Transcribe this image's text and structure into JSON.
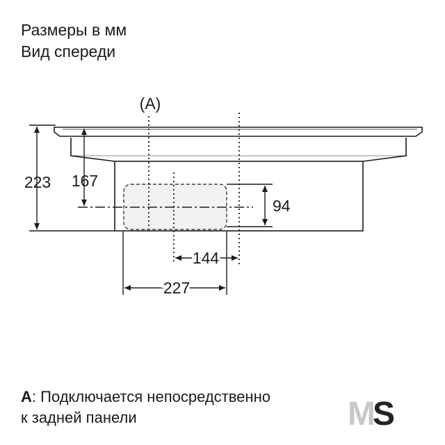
{
  "heading": {
    "line1": "Размеры в мм",
    "line2": "Вид спереди"
  },
  "diagram": {
    "label_a": "(A)",
    "dim_total_height": "223",
    "dim_upper_height": "167",
    "dim_duct_height": "94",
    "dim_offset": "144",
    "dim_duct_width": "227"
  },
  "note": {
    "key": "A",
    "separator": ":",
    "line1": " Подключается непосредственно",
    "line2": "к задней панели"
  },
  "logo": {
    "letter_m": "M",
    "letter_s": "S"
  },
  "colors": {
    "line": "#1a1a1a",
    "duct_fill": "#f2f2f2"
  }
}
